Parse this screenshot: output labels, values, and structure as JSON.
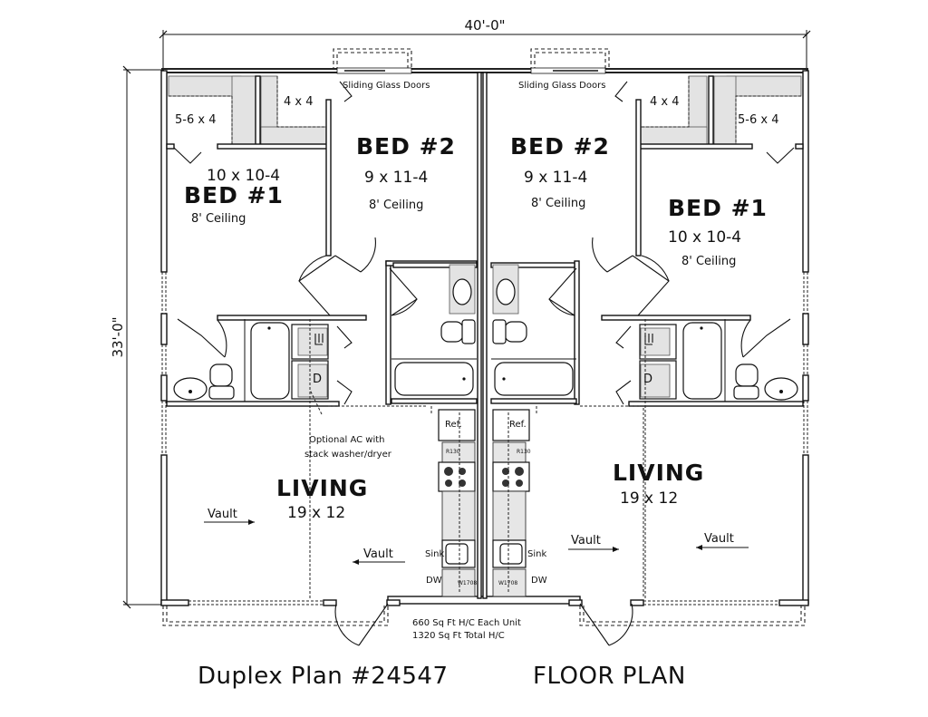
{
  "plan": {
    "title": "Duplex Plan #24547",
    "subtitle": "FLOOR PLAN",
    "area_each": "660 Sq Ft H/C Each Unit",
    "area_total": "1320 Sq Ft Total H/C",
    "width_dim": "40'-0\"",
    "depth_dim": "33'-0\""
  },
  "units": [
    {
      "side": "left",
      "sliding_doors": "Sliding Glass Doors",
      "closet_a": "5-6 x 4",
      "closet_b": "4 x 4",
      "bed1": {
        "name": "BED #1",
        "size": "10 x 10-4",
        "ceiling": "8' Ceiling"
      },
      "bed2": {
        "name": "BED #2",
        "size": "9 x 11-4",
        "ceiling": "8' Ceiling"
      },
      "living": {
        "name": "LIVING",
        "size": "19 x 12"
      },
      "vault_a": "Vault",
      "vault_b": "Vault",
      "ac_note_1": "Optional AC with",
      "ac_note_2": "stack washer/dryer",
      "dryer": "D",
      "ref": "Ref.",
      "sink": "Sink",
      "dw": "DW",
      "range_tag": "R130",
      "dw_tag": "W1708"
    },
    {
      "side": "right",
      "sliding_doors": "Sliding Glass Doors",
      "closet_a": "5-6 x 4",
      "closet_b": "4 x 4",
      "bed1": {
        "name": "BED #1",
        "size": "10 x 10-4",
        "ceiling": "8' Ceiling"
      },
      "bed2": {
        "name": "BED #2",
        "size": "9 x 11-4",
        "ceiling": "8' Ceiling"
      },
      "living": {
        "name": "LIVING",
        "size": "19 x 12"
      },
      "vault_a": "Vault",
      "vault_b": "Vault",
      "dryer": "D",
      "ref": "Ref.",
      "sink": "Sink",
      "dw": "DW",
      "range_tag": "R130",
      "dw_tag": "W1708"
    }
  ],
  "colors": {
    "line": "#111111",
    "shelf": "#e3e3e3",
    "background": "#ffffff"
  }
}
